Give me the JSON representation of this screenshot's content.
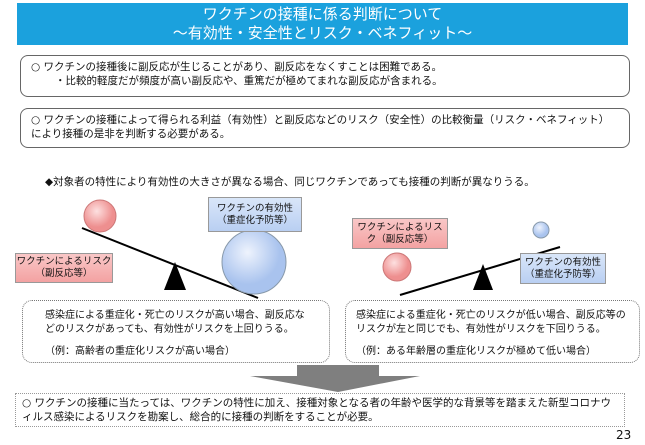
{
  "title": {
    "line1": "ワクチンの接種に係る判断について",
    "line2": "～有効性・安全性とリスク・ベネフィット～"
  },
  "box1": {
    "line1": "○  ワクチンの接種後に副反応が生じることがあり、副反応をなくすことは困難である。",
    "line2": "・比較的軽度だが頻度が高い副反応や、重篤だが極めてまれな副反応が含まれる。"
  },
  "box2": {
    "text": "○  ワクチンの接種によって得られる利益（有効性）と副反応などのリスク（安全性）の比較衡量（リスク・ベネフィット）により接種の是非を判断する必要がある。"
  },
  "lead": "◆対象者の特性により有効性の大きさが異なる場合、同じワクチンであっても接種の判断が異なりうる。",
  "left": {
    "risk_label": "ワクチンによるリスク（副反応等）",
    "benefit_label1": "ワクチンの有効性",
    "benefit_label2": "（重症化予防等）",
    "desc": "感染症による重症化・死亡のリスクが高い場合、副反応などのリスクがあっても、有効性がリスクを上回りうる。",
    "example": "（例：高齢者の重症化リスクが高い場合）"
  },
  "right": {
    "risk_label": "ワクチンによるリスク（副反応等）",
    "benefit_label1": "ワクチンの有効性",
    "benefit_label2": "（重症化予防等）",
    "desc": "感染症による重症化・死亡のリスクが低い場合、副反応等のリスクが左と同じでも、有効性がリスクを下回りうる。",
    "example": "（例：ある年齢層の重症化リスクが極めて低い場合）"
  },
  "conclusion": "○  ワクチンの接種に当たっては、ワクチンの特性に加え、接種対象となる者の年齢や医学的な背景等を踏まえた新型コロナウィルス感染によるリスクを勘案し、総合的に接種の判断をすることが必要。",
  "page_number": "23",
  "colors": {
    "title_bg": "#1ba1dd",
    "risk": "#f3a2a2",
    "benefit": "#b9cff2"
  }
}
